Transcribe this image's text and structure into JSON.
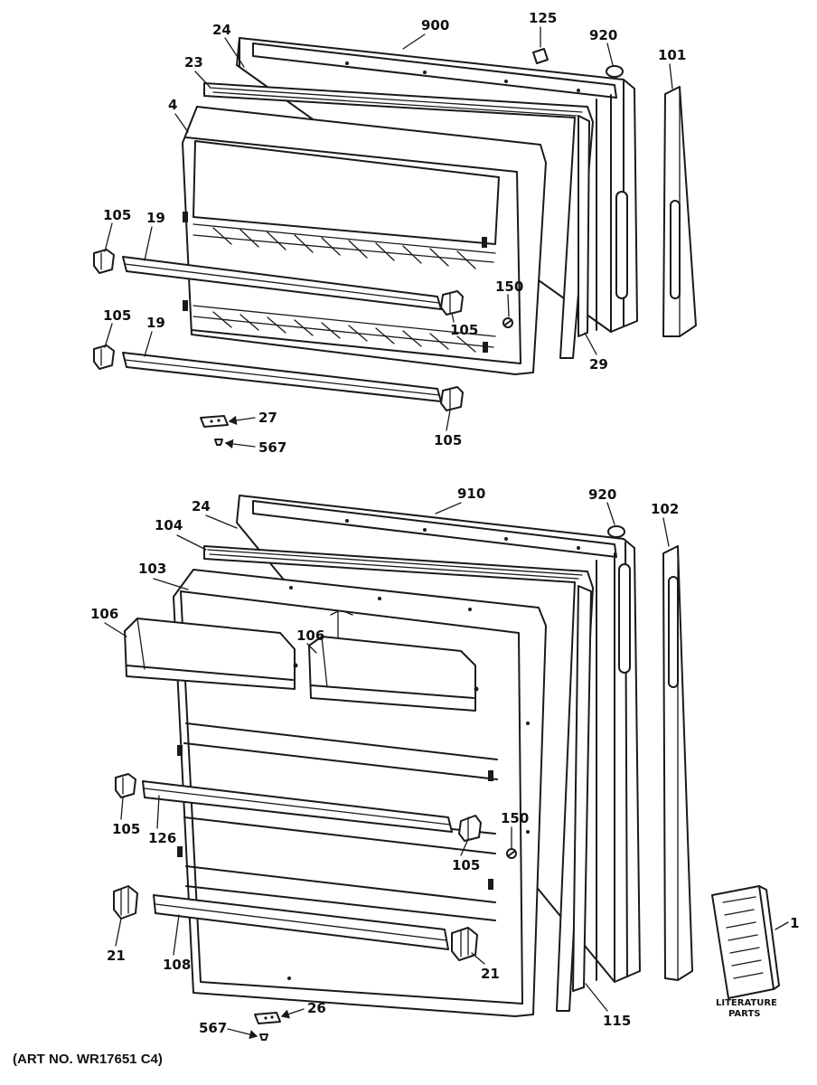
{
  "diagram": {
    "art_number": "(ART NO. WR17651 C4)",
    "literature": {
      "line1": "LITERATURE",
      "line2": "PARTS"
    },
    "upper_labels": {
      "outer_door": "900",
      "gasket_top": "24",
      "breaker_strip": "23",
      "liner": "4",
      "plug": "125",
      "cap": "920",
      "handle": "101",
      "rail_left_clip_a": "105",
      "rail_a": "19",
      "rail_left_clip_b": "105",
      "rail_b": "19",
      "screw": "150",
      "clip_right_a": "105",
      "gasket_side": "29",
      "clip_right_b": "105",
      "hinge_pin": "27",
      "hinge_screw": "567"
    },
    "lower_labels": {
      "outer_door": "910",
      "gasket_top": "24",
      "cap": "920",
      "handle": "102",
      "breaker_strip": "104",
      "liner": "103",
      "bin_left": "106",
      "bin_right": "106",
      "clip_left": "105",
      "rail_mid": "126",
      "screw": "150",
      "clip_right": "105",
      "support_left": "21",
      "rail_bottom": "108",
      "support_right": "21",
      "gasket_side": "115",
      "literature": "1",
      "hinge_pin": "26",
      "hinge_screw": "567"
    }
  }
}
